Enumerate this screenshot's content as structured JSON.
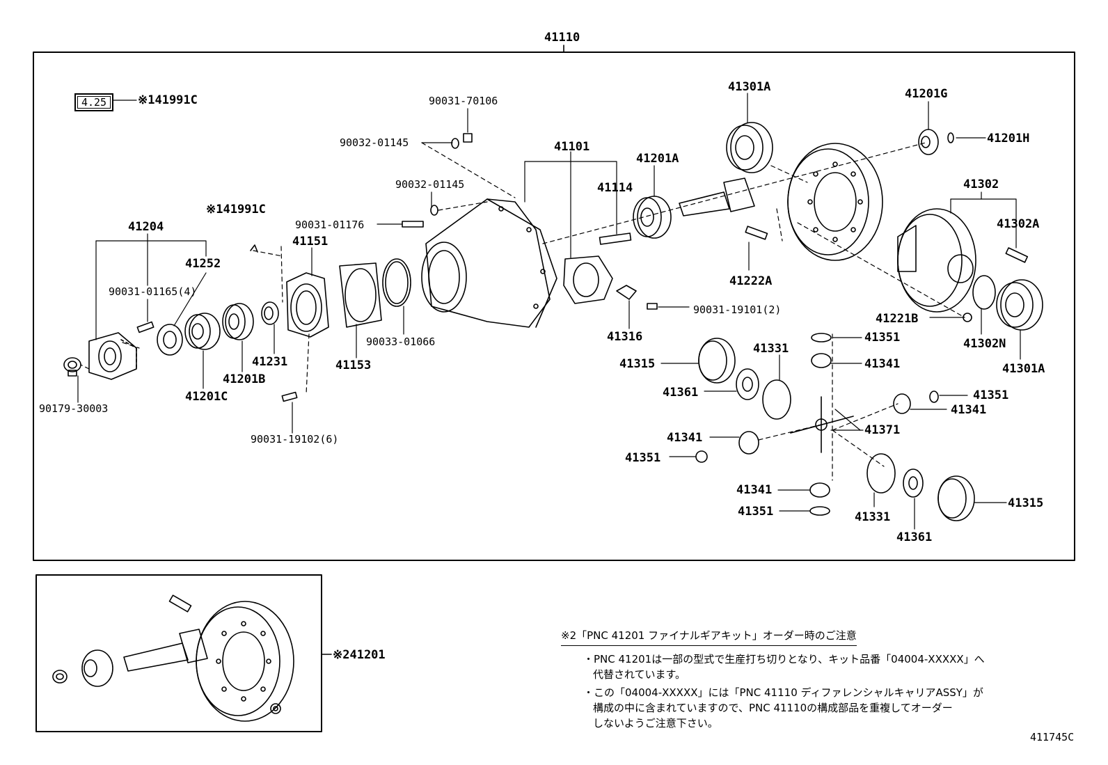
{
  "diagram_id": "411745C",
  "assembly": "41110",
  "box_label": "4.25",
  "parts": {
    "p41991c_top": "※141991C",
    "p41991c_mid": "※141991C",
    "p90031_70106": "90031-70106",
    "p90032_01145_a": "90032-01145",
    "p90032_01145_b": "90032-01145",
    "p90031_01176": "90031-01176",
    "p41101": "41101",
    "p41114": "41114",
    "p41201a": "41201A",
    "p41301a_top": "41301A",
    "p41201g": "41201G",
    "p41201h": "41201H",
    "p41302": "41302",
    "p41302a": "41302A",
    "p41222a": "41222A",
    "p41221b": "41221B",
    "p41302n": "41302N",
    "p41301a_bot": "41301A",
    "p41204": "41204",
    "p41252": "41252",
    "p90031_01165": "90031-01165(4)",
    "p41151": "41151",
    "p41231": "41231",
    "p41201b": "41201B",
    "p41201c": "41201C",
    "p41153": "41153",
    "p90033_01066": "90033-01066",
    "p90179_30003": "90179-30003",
    "p90031_19102": "90031-19102(6)",
    "p90031_19101": "90031-19101(2)",
    "p41316": "41316",
    "p41315_a": "41315",
    "p41331_a": "41331",
    "p41351_a": "41351",
    "p41341_a": "41341",
    "p41361_a": "41361",
    "p41351_b": "41351",
    "p41341_b": "41341",
    "p41371": "41371",
    "p41341_c": "41341",
    "p41351_c": "41351",
    "p41341_d": "41341",
    "p41351_d": "41351",
    "p41331_b": "41331",
    "p41361_b": "41361",
    "p41315_b": "41315",
    "p41201_kit": "※241201"
  },
  "note": {
    "title": "※2「PNC 41201 ファイナルギアキット」オーダー時のご注意",
    "bullet1_line1": "・PNC 41201は一部の型式で生産打ち切りとなり、キット品番「04004-XXXXX」へ",
    "bullet1_line2": "代替されています。",
    "bullet2_line1": "・この「04004-XXXXX」には「PNC 41110 ディファレンシャルキャリアASSY」が",
    "bullet2_line2": "構成の中に含まれていますので、PNC 41110の構成部品を重複してオーダー",
    "bullet2_line3": "しないようご注意下さい。"
  }
}
